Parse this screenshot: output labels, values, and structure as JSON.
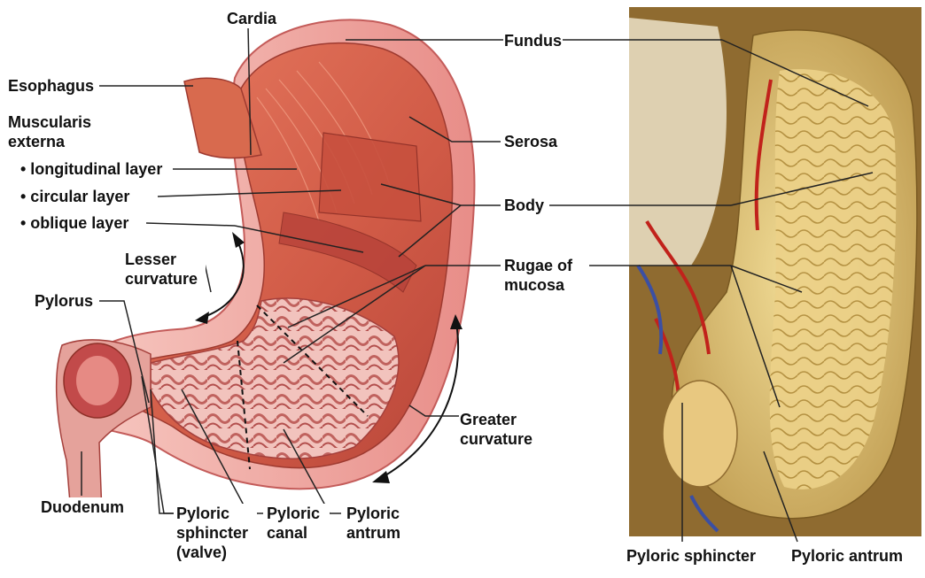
{
  "labels": {
    "cardia": "Cardia",
    "fundus": "Fundus",
    "esophagus": "Esophagus",
    "muscularis_line1": "Muscularis",
    "muscularis_line2": "externa",
    "longitudinal_layer": "• longitudinal layer",
    "circular_layer": "• circular layer",
    "oblique_layer": "• oblique layer",
    "serosa": "Serosa",
    "body": "Body",
    "rugae_line1": "Rugae of",
    "rugae_line2": "mucosa",
    "lesser_line1": "Lesser",
    "lesser_line2": "curvature",
    "pylorus": "Pylorus",
    "greater_line1": "Greater",
    "greater_line2": "curvature",
    "duodenum": "Duodenum",
    "pyloric_sphincter_line1": "Pyloric",
    "pyloric_sphincter_line2": "sphincter",
    "pyloric_sphincter_line3": "(valve)",
    "pyloric_canal_line1": "Pyloric",
    "pyloric_canal_line2": "canal",
    "pyloric_antrum_line1": "Pyloric",
    "pyloric_antrum_line2": "antrum",
    "photo_pyloric_sphincter": "Pyloric sphincter",
    "photo_pyloric_antrum": "Pyloric antrum"
  },
  "colors": {
    "muscle": "#d9604c",
    "muscle_dark": "#a8382c",
    "serosa": "#f4b3ad",
    "mucosa": "#e7a7a2",
    "photo_bg": "#c9a860",
    "photo_stomach": "#f0d98e",
    "leader": "#222222"
  }
}
